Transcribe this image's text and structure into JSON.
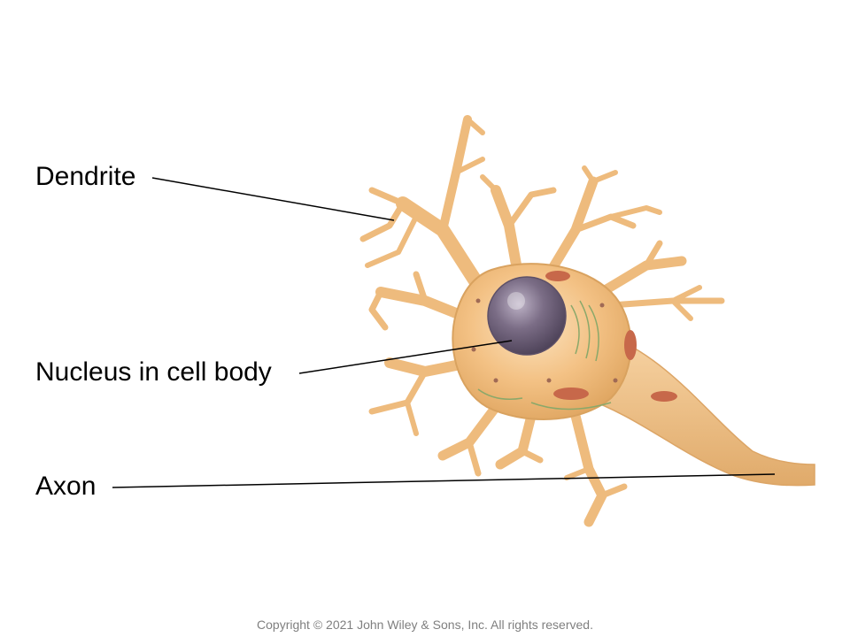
{
  "labels": {
    "dendrite": "Dendrite",
    "nucleus": "Nucleus in cell body",
    "axon": "Axon"
  },
  "footer": {
    "copyright": "Copyright © 2021 John Wiley & Sons, Inc. All rights reserved."
  },
  "colors": {
    "cell_fill": "#f3c184",
    "cell_highlight": "#fbe3bf",
    "cell_shadow": "#d9a25f",
    "nucleus": "#7b6d86",
    "mitochondria": "#c7684a",
    "leader_line": "#000000",
    "copyright_text": "#7f7f7f"
  }
}
